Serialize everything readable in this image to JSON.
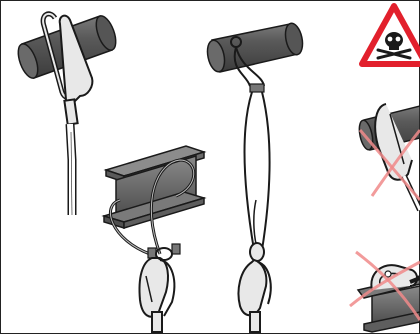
{
  "panel": {
    "border_color": "#222222",
    "background": "#ffffff"
  },
  "colors": {
    "steel_dark": "#4a4a4a",
    "steel_mid": "#6b6b6b",
    "steel_light": "#9a9a9a",
    "hook_fill": "#e8e8e8",
    "hook_stroke": "#1a1a1a",
    "warning_red": "#e2202c",
    "cross_red": "#f08a8a"
  },
  "icons": {
    "warning": "skull-crossbones-warning-icon"
  },
  "illustrations": [
    "hook-on-round-bar",
    "cable-sling-on-i-beam",
    "wire-lanyard-on-round-bar",
    "incorrect-use-crossed-out"
  ]
}
